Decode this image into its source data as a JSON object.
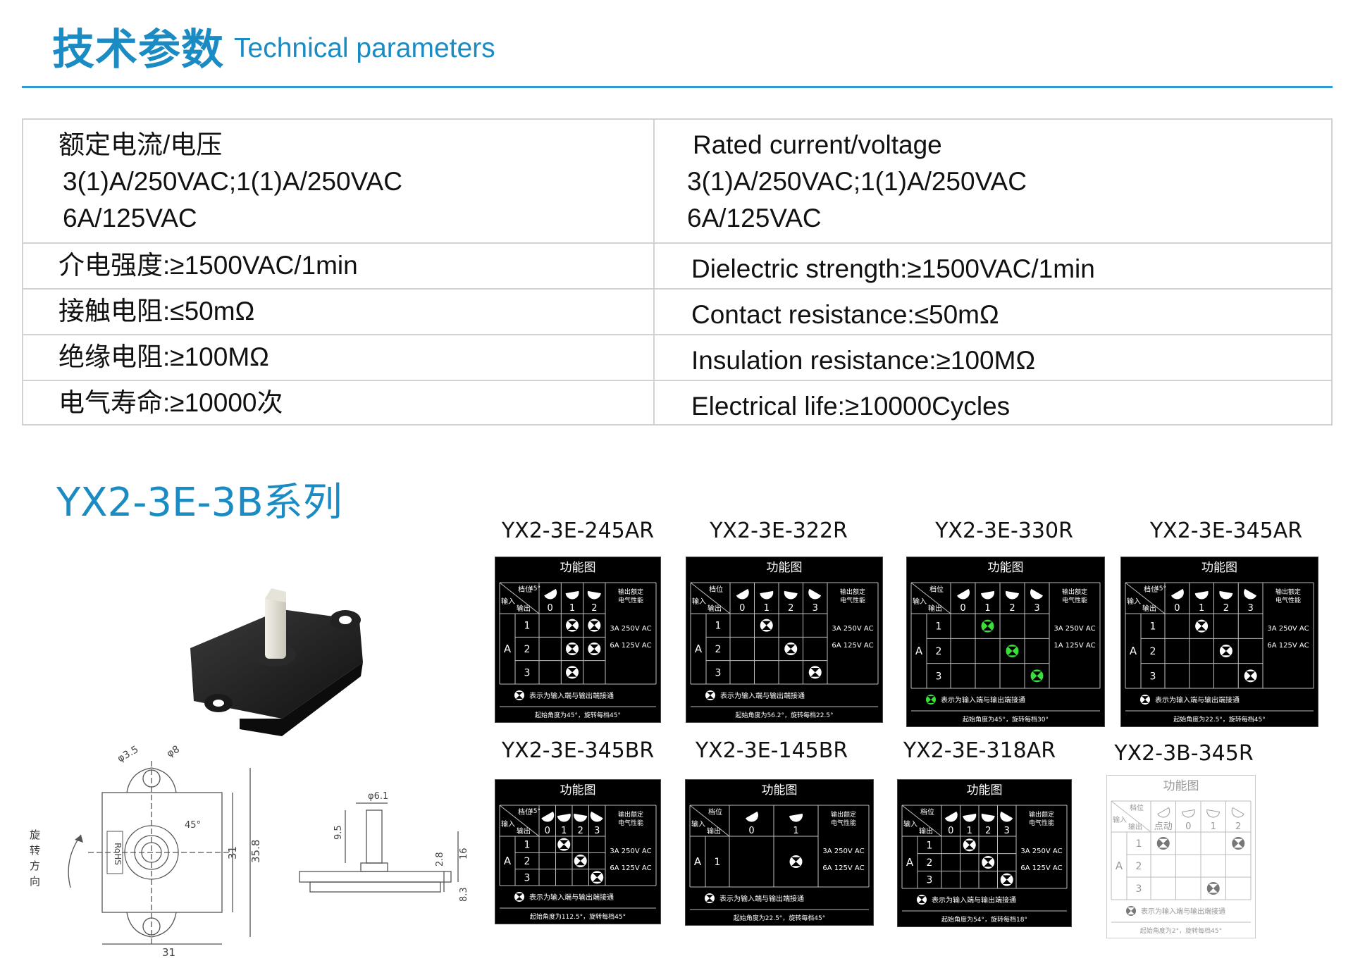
{
  "header": {
    "title_cn": "技术参数",
    "title_en": "Technical parameters"
  },
  "spec_rows": [
    {
      "cn_title": "额定电流/电压",
      "cn_lines": [
        "3(1)A/250VAC;1(1)A/250VAC",
        "6A/125VAC"
      ],
      "en_title": "Rated current/voltage",
      "en_lines": [
        "3(1)A/250VAC;1(1)A/250VAC",
        "6A/125VAC"
      ]
    },
    {
      "cn_title": "介电强度:≥1500VAC/1min",
      "en_title": "Dielectric strength:≥1500VAC/1min"
    },
    {
      "cn_title": "接触电阻:≤50mΩ",
      "en_title": "Contact resistance:≤50mΩ"
    },
    {
      "cn_title": "绝缘电阻:≥100MΩ",
      "en_title": "Insulation resistance:≥100MΩ"
    },
    {
      "cn_title": "电气寿命:≥10000次",
      "en_title": "Electrical life:≥10000Cycles"
    }
  ],
  "series": {
    "title": "YX2-3E-3B系列",
    "rotation_label": "旋转方向",
    "rohs": "RoHS",
    "dims": {
      "hole": "φ3.5",
      "outer": "φ8",
      "width": "31",
      "height_inner": "31",
      "height_outer": "35.8",
      "angle": "45°",
      "shaft_dia": "φ6.1",
      "shaft_len": "9.5",
      "d1": "2.8",
      "d2": "16",
      "d3": "8.3"
    }
  },
  "diagram_common": {
    "title": "功能图",
    "gear": "档位",
    "input": "输入",
    "output": "输出",
    "rating_title": "输出额定电气性能",
    "legend": "表示为输入端与输出端接通",
    "row_a": "A",
    "spot": "点动"
  },
  "models": [
    {
      "name": "YX2-3E-245AR",
      "angle_cell": "45°",
      "positions": [
        "0",
        "1",
        "2"
      ],
      "rows": [
        "1",
        "2",
        "3"
      ],
      "contacts": [
        [
          1,
          0
        ],
        [
          2,
          0
        ],
        [
          1,
          1
        ],
        [
          2,
          1
        ],
        [
          1,
          2
        ]
      ],
      "ratings": [
        "3A 250V AC",
        "6A 125V AC"
      ],
      "note": "起始角度为45°，旋转每档45°",
      "green": false
    },
    {
      "name": "YX2-3E-322R",
      "angle_cell": "",
      "positions": [
        "0",
        "1",
        "2",
        "3"
      ],
      "rows": [
        "1",
        "2",
        "3"
      ],
      "contacts": [
        [
          1,
          0
        ],
        [
          2,
          1
        ],
        [
          3,
          2
        ]
      ],
      "ratings": [
        "3A 250V AC",
        "6A 125V AC"
      ],
      "note": "起始角度为56.2°，旋转每档22.5°",
      "green": false
    },
    {
      "name": "YX2-3E-330R",
      "angle_cell": "",
      "positions": [
        "0",
        "1",
        "2",
        "3"
      ],
      "rows": [
        "1",
        "2",
        "3"
      ],
      "contacts": [
        [
          1,
          0
        ],
        [
          2,
          1
        ],
        [
          3,
          2
        ]
      ],
      "ratings": [
        "3A 250V AC",
        "1A 125V AC"
      ],
      "note": "起始角度为45°，旋转每档30°",
      "green": true
    },
    {
      "name": "YX2-3E-345AR",
      "angle_cell": "45°",
      "positions": [
        "0",
        "1",
        "2",
        "3"
      ],
      "rows": [
        "1",
        "2",
        "3"
      ],
      "contacts": [
        [
          1,
          0
        ],
        [
          2,
          1
        ],
        [
          3,
          2
        ]
      ],
      "ratings": [
        "3A 250V AC",
        "6A 125V AC"
      ],
      "note": "起始角度为22.5°，旋转每档45°",
      "green": false
    },
    {
      "name": "YX2-3E-345BR",
      "angle_cell": "45°",
      "positions": [
        "0",
        "1",
        "2",
        "3"
      ],
      "rows": [
        "1",
        "2",
        "3"
      ],
      "contacts": [
        [
          1,
          0
        ],
        [
          2,
          1
        ],
        [
          3,
          2
        ]
      ],
      "ratings": [
        "3A 250V AC",
        "6A 125V AC"
      ],
      "note": "起始角度为112.5°，旋转每档45°",
      "green": false
    },
    {
      "name": "YX2-3E-145BR",
      "angle_cell": "",
      "positions": [
        "0",
        "1"
      ],
      "rows": [
        "1"
      ],
      "contacts": [
        [
          1,
          0
        ]
      ],
      "ratings": [
        "3A 250V AC",
        "6A 125V AC"
      ],
      "note": "起始角度为22.5°，旋转每档45°",
      "green": false
    },
    {
      "name": "YX2-3E-318AR",
      "angle_cell": "",
      "positions": [
        "0",
        "1",
        "2",
        "3"
      ],
      "rows": [
        "1",
        "2",
        "3"
      ],
      "contacts": [
        [
          1,
          0
        ],
        [
          2,
          1
        ],
        [
          3,
          2
        ]
      ],
      "ratings": [
        "3A 250V AC",
        "6A 125V AC"
      ],
      "note": "起始角度为54°，旋转每档18°",
      "green": false
    },
    {
      "name": "YX2-3B-345R",
      "angle_cell": "",
      "positions": [
        "点动",
        "0",
        "1",
        "2"
      ],
      "rows": [
        "1",
        "2",
        "3"
      ],
      "contacts": [
        [
          0,
          0
        ],
        [
          3,
          0
        ],
        [
          2,
          2
        ]
      ],
      "ratings": [],
      "note": "起始角度为2°，旋转每档45°",
      "green": false
    }
  ]
}
